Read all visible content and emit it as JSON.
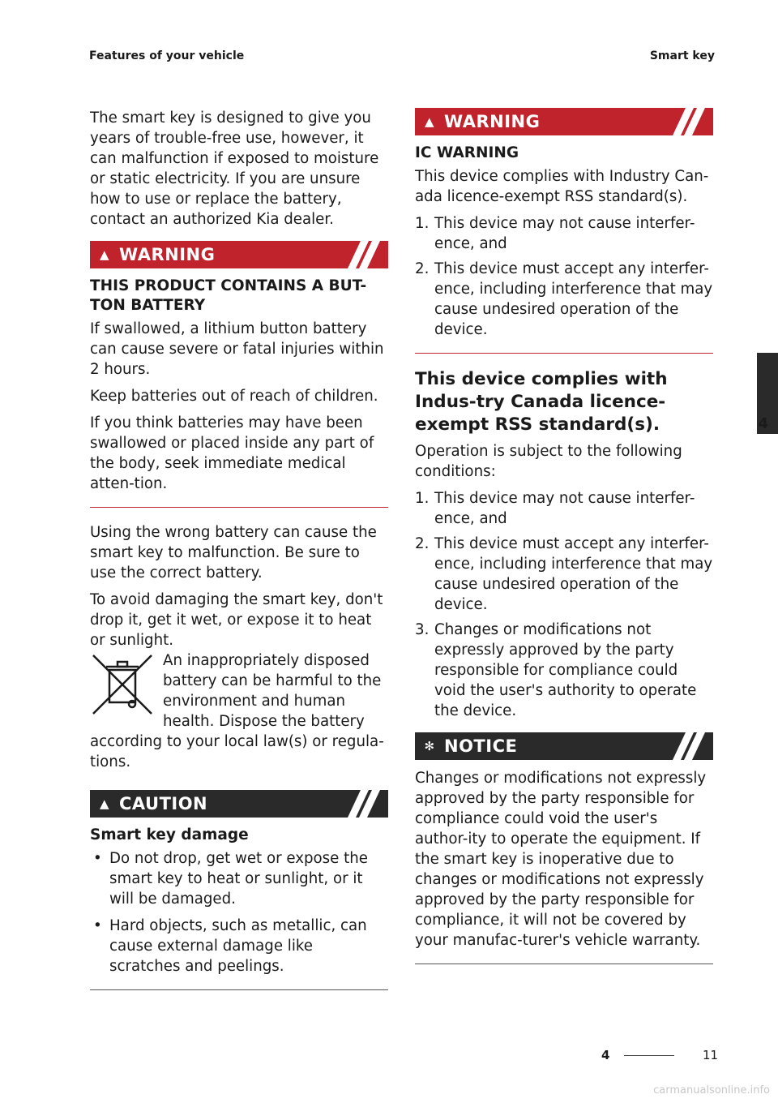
{
  "header": {
    "left": "Features of your vehicle",
    "right": "Smart key"
  },
  "left": {
    "intro": "The smart key is designed to give you years of trouble-free use, however, it can malfunction if exposed to moisture or static electricity. If you are unsure how to use or replace the battery, contact an authorized Kia dealer.",
    "warning1": {
      "label": "WARNING",
      "heading": "THIS PRODUCT CONTAINS A BUT-TON BATTERY",
      "p1": "If swallowed, a lithium button battery can cause severe or fatal injuries within 2 hours.",
      "p2": "Keep batteries out of reach of children.",
      "p3": "If you think batteries may have been swallowed or placed inside any part of the body, seek immediate medical atten-tion."
    },
    "p_wrong_battery": "Using the wrong battery can cause the smart key to malfunction. Be sure to use the correct battery.",
    "p_avoid_damage": "To avoid damaging the smart key, don't drop it, get it wet, or expose it to heat or sunlight.",
    "dispose_text": "An inappropriately disposed battery can be harmful to the environment and human health. Dispose the battery according to your local law(s) or regula-tions.",
    "caution": {
      "label": "CAUTION",
      "heading": "Smart key damage",
      "bullets": [
        "Do not drop, get wet or expose the smart key to heat or sunlight, or it will be damaged.",
        "Hard objects, such as metallic, can cause external damage like scratches and peelings."
      ]
    }
  },
  "right": {
    "warning2": {
      "label": "WARNING",
      "heading": "IC WARNING",
      "p1": "This device complies with Industry Can-ada licence-exempt RSS standard(s).",
      "items": [
        {
          "num": "1.",
          "text": "This device may not cause interfer-ence, and"
        },
        {
          "num": "2.",
          "text": "This device must accept any interfer-ence, including interference that may cause undesired operation of the device."
        }
      ]
    },
    "section_title": "This device complies with Indus-try Canada licence-exempt RSS standard(s).",
    "section_p": "Operation is subject to the following conditions:",
    "section_items": [
      {
        "num": "1.",
        "text": "This device may not cause interfer-ence, and"
      },
      {
        "num": "2.",
        "text": "This device must accept any interfer-ence, including interference that may cause undesired operation of the device."
      },
      {
        "num": "3.",
        "text": "Changes or modifications not expressly approved by the party responsible for compliance could void the user's authority to operate the device."
      }
    ],
    "notice": {
      "label": "NOTICE",
      "text": "Changes or modifications not expressly approved by the party responsible for compliance could void the user's author-ity to operate the equipment. If the smart key is inoperative due to changes or modifications not expressly approved by the party responsible for compliance, it will not be covered by your manufac-turer's vehicle warranty."
    }
  },
  "side_tab": "4",
  "footer": {
    "chapter": "4",
    "page": "11"
  },
  "watermark": "carmanualsonline.info",
  "colors": {
    "warning_red": "#c0232c",
    "dark_banner": "#2a2a2a"
  }
}
